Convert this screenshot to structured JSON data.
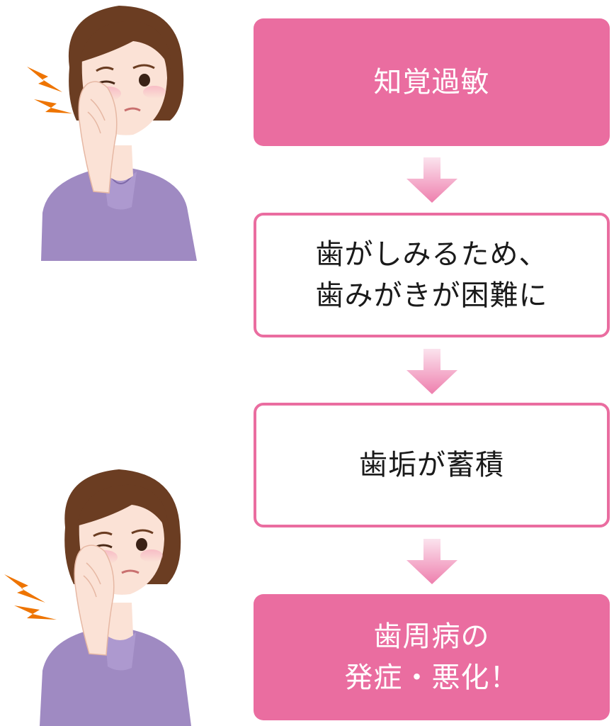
{
  "flow": {
    "steps": [
      {
        "lines": [
          "知覚過敏"
        ],
        "style": "filled"
      },
      {
        "lines": [
          "歯がしみるため、",
          "歯みがきが困難に"
        ],
        "style": "outlined"
      },
      {
        "lines": [
          "歯垢が蓄積"
        ],
        "style": "outlined"
      },
      {
        "lines": [
          "歯周病の",
          "発症・悪化！"
        ],
        "style": "filled"
      }
    ]
  },
  "colors": {
    "accent": "#ea6da0",
    "arrow_top": "#fbe3ee",
    "arrow_bottom": "#ee7fae",
    "text_dark": "#1a1a1a",
    "hair": "#6b3d22",
    "skin": "#fbe2d6",
    "sweater": "#9f8ac2",
    "pain_mark": "#ee7400"
  },
  "illustrations": {
    "top": {
      "icon": "woman-toothache-illustration"
    },
    "bottom": {
      "icon": "woman-toothache-illustration"
    }
  }
}
